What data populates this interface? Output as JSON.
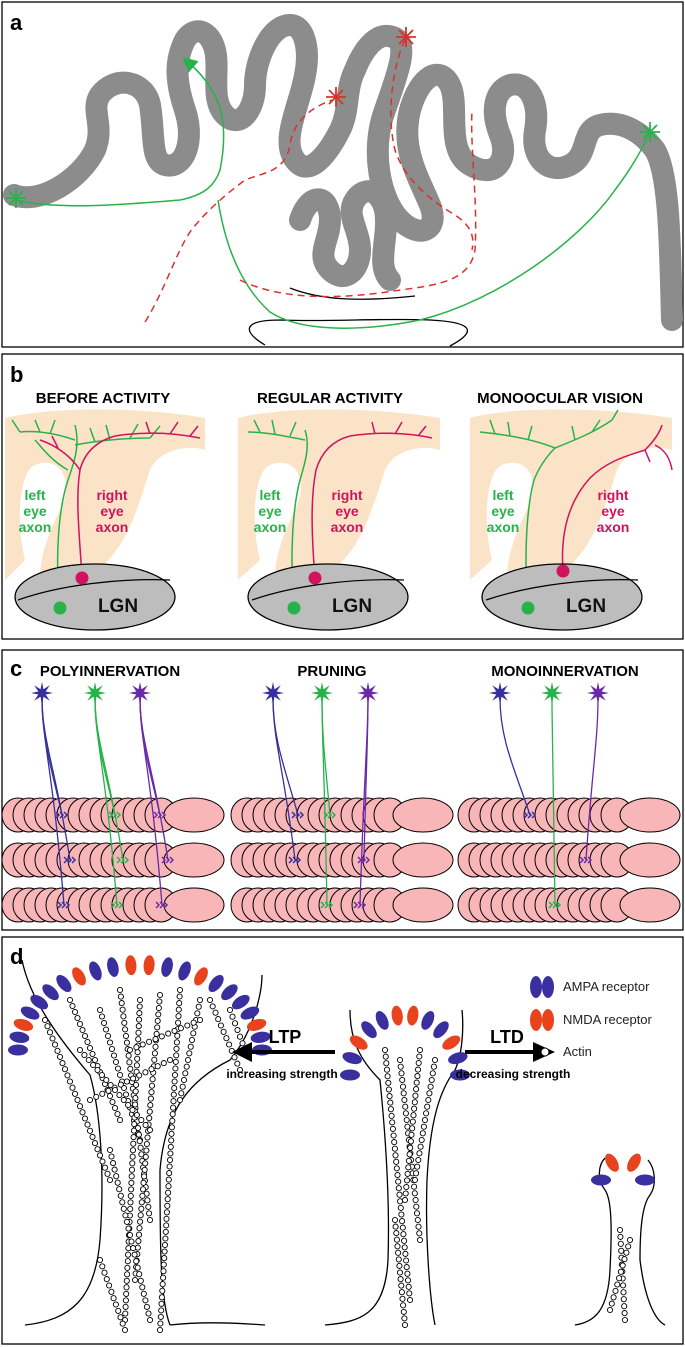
{
  "panels": {
    "a": {
      "label": "a"
    },
    "b": {
      "label": "b",
      "titles": [
        "BEFORE ACTIVITY",
        "REGULAR ACTIVITY",
        "MONOOCULAR VISION"
      ],
      "left_axon": [
        "left",
        "eye",
        "axon"
      ],
      "right_axon": [
        "right",
        "eye",
        "axon"
      ],
      "lgn": "LGN"
    },
    "c": {
      "label": "c",
      "titles": [
        "POLYINNERVATION",
        "PRUNING",
        "MONOINNERVATION"
      ]
    },
    "d": {
      "label": "d",
      "ltp": {
        "title": "LTP",
        "subtitle": "increasing strength"
      },
      "ltd": {
        "title": "LTD",
        "subtitle": "decreasing strength"
      },
      "legend": [
        {
          "label": "AMPA receptor",
          "color": "#3a2f9e"
        },
        {
          "label": "NMDA receptor",
          "color": "#e8431c"
        },
        {
          "label": "Actin",
          "color": "#ffffff"
        }
      ]
    }
  },
  "colors": {
    "green": "#27b24a",
    "red_dashed": "#d9322b",
    "magenta": "#d1125e",
    "gray": "#8c8c8c",
    "cortex_bg": "#fbe3c7",
    "lgn_fill": "#bdbdbd",
    "muscle_fill": "#f9b6b8",
    "blue_neuron": "#37309c",
    "purple_neuron": "#6a2aa8"
  }
}
